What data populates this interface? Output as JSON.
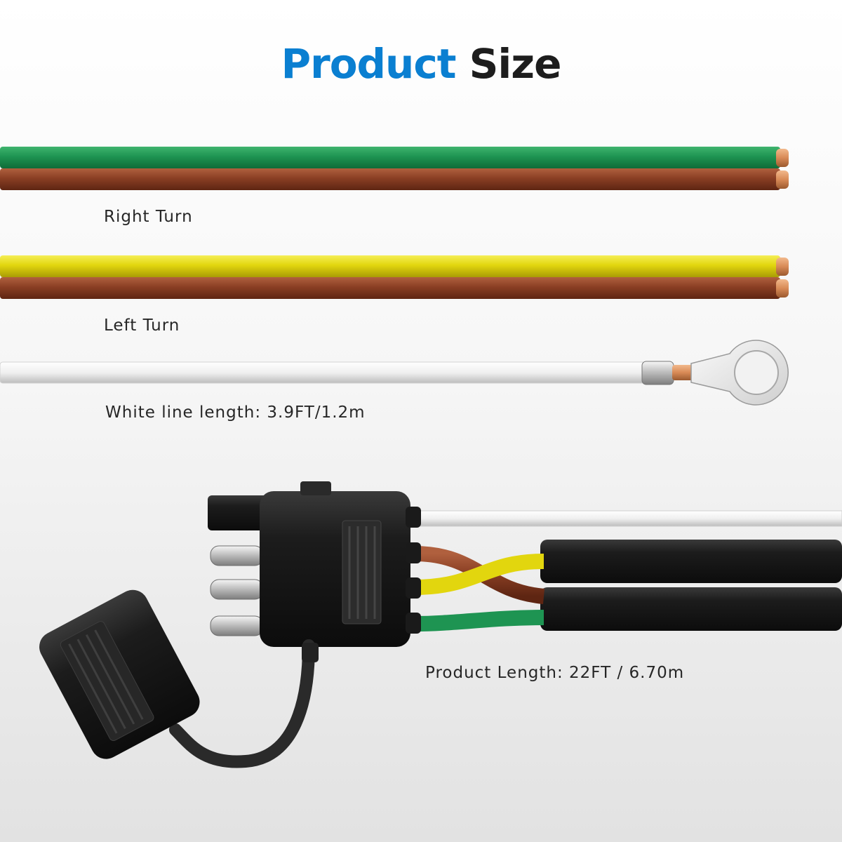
{
  "title": {
    "part1": "Product",
    "part2": "Size"
  },
  "labels": {
    "right_turn": "Right Turn",
    "left_turn": "Left Turn",
    "white_line": "White line length: 3.9FT/1.2m",
    "product_length": "Product Length: 22FT / 6.70m"
  },
  "colors": {
    "title_accent": "#0a7fd1",
    "title_dark": "#1d1d1d",
    "wire_green": "#1e9452",
    "wire_brown": "#8a3f24",
    "wire_yellow": "#e2d60e",
    "wire_white": "#f4f4f4",
    "copper": "#d88a56",
    "connector_black": "#1c1c1c"
  },
  "icons": [
    "ring-terminal-icon",
    "connector-plug-icon",
    "dust-cap-icon"
  ]
}
